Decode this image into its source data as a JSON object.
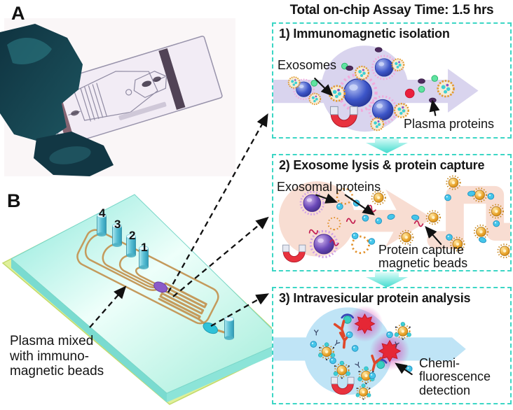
{
  "title": "Total on-chip Assay Time: 1.5 hrs",
  "panel_a": {
    "label": "A"
  },
  "panel_b": {
    "label": "B",
    "ports": [
      "4",
      "3",
      "2",
      "1"
    ],
    "caption": "Plasma mixed\nwith immuno-\nmagnetic beads"
  },
  "steps": [
    {
      "header": "1) Immunomagnetic isolation",
      "labels": {
        "exosomes": "Exosomes",
        "plasma_proteins": "Plasma proteins"
      }
    },
    {
      "header": "2) Exosome lysis & protein capture",
      "labels": {
        "exosomal_proteins": "Exosomal proteins",
        "capture_beads": "Protein capture\nmagnetic beads"
      }
    },
    {
      "header": "3) Intravesicular protein analysis",
      "labels": {
        "detection": "Chemi-\nfluorescence\ndetection"
      }
    }
  ],
  "colors": {
    "panel_border_teal": "#3cd6c5",
    "step1_channel_lavender": "#d9d4ee",
    "step2_channel_peach": "#f8ddd2",
    "step3_channel_blue": "#bfe4f6",
    "magnet_red": "#e8323e",
    "bead_gold": "#e8a229",
    "immunobead_blue": "#3c55c8",
    "chip_channel_tan": "#c49a5c",
    "chip_slab_aqua": "#8ae8da",
    "chip_base_green": "#dff09a",
    "flow_arrow_cyan": "#43dccf"
  }
}
